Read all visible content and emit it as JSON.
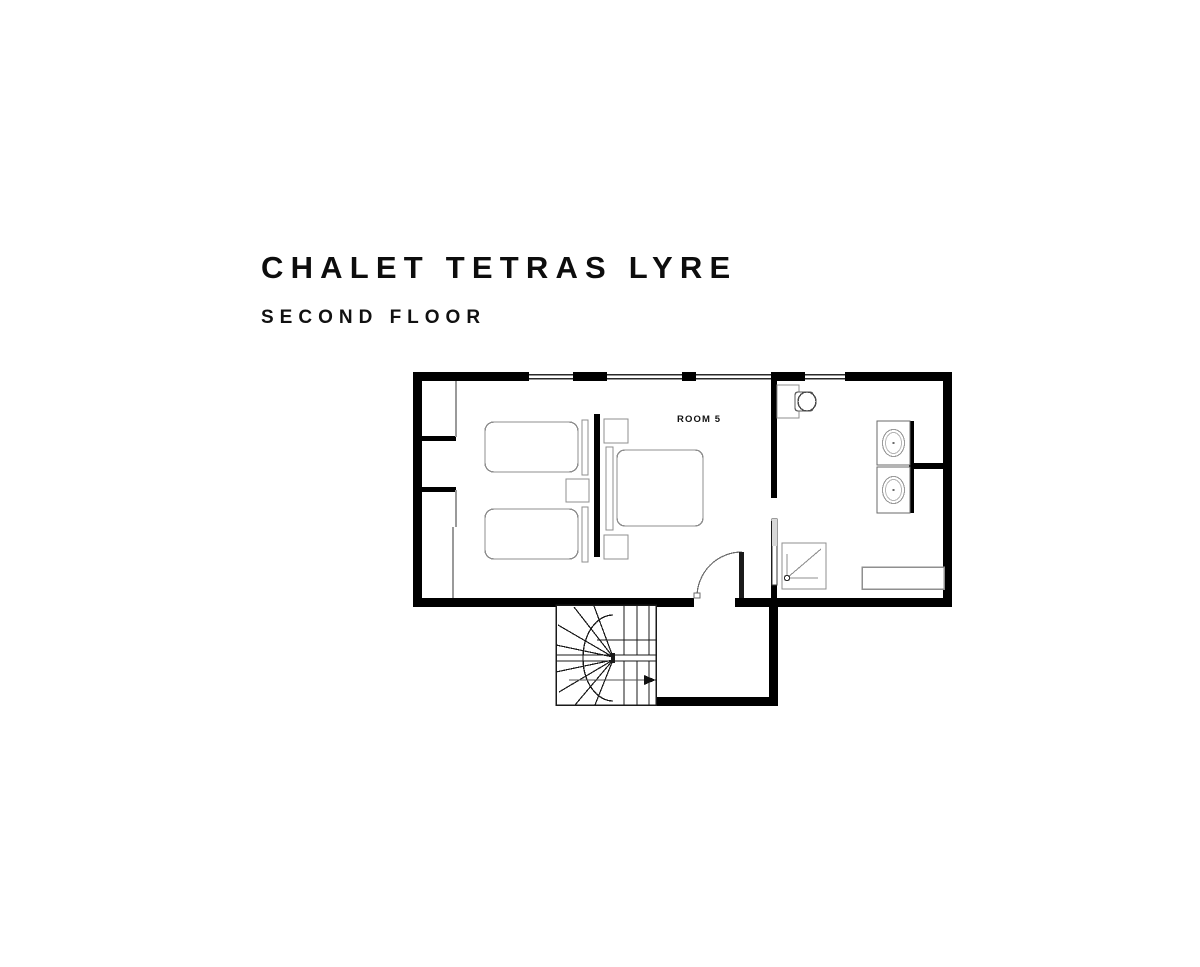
{
  "sheet": {
    "background_color": "#ffffff",
    "ink_color": "#000000",
    "furniture_stroke_color": "#8a8a8a"
  },
  "title_block": {
    "title": "CHALET TETRAS LYRE",
    "subtitle": "SECOND FLOOR"
  },
  "plan": {
    "rooms": [
      {
        "id": "room5",
        "label": "ROOM 5"
      }
    ],
    "labels": {
      "room5": "ROOM 5"
    },
    "features": {
      "windows_count": 4,
      "doors_count": 2,
      "single_beds": 2,
      "double_beds": 1,
      "nightstands": 3,
      "toilets": 1,
      "washbasins": 2,
      "showers": 1,
      "bathtubs": 1,
      "staircases": 1,
      "closets": 2
    },
    "stair_direction": "up-right"
  }
}
